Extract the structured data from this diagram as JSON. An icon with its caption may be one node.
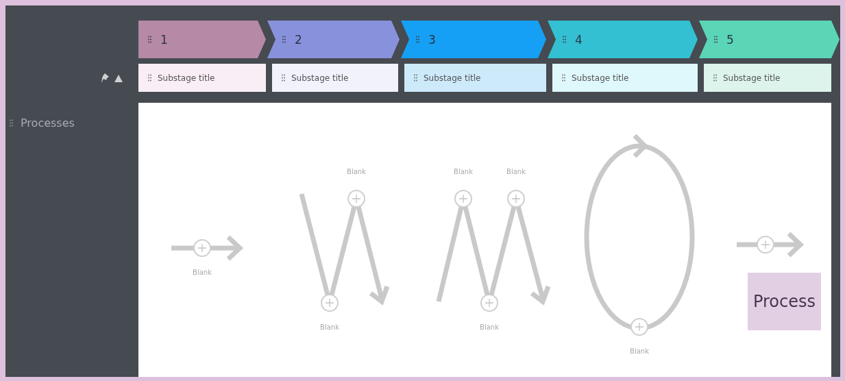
{
  "diagram": {
    "nodes": [
      {
        "text": [
          "1"
        ]
      },
      {
        "text": [
          "2"
        ]
      },
      {
        "text": [
          "3"
        ]
      },
      {
        "text": [
          "4"
        ]
      },
      {
        "text": [
          "5"
        ]
      },
      {
        "text": [
          "Substage title"
        ]
      },
      {
        "text": [
          "Substage title"
        ]
      },
      {
        "text": [
          "Substage title"
        ]
      },
      {
        "text": [
          "Substage title"
        ]
      },
      {
        "text": [
          "Substage title"
        ]
      },
      {
        "text": [],
        "shape": "circle",
        "beside": [
          "Blank"
        ]
      },
      {
        "text": [],
        "shape": "circle",
        "beside": [
          "Blank"
        ]
      },
      {
        "text": [],
        "shape": "circle",
        "beside": [
          "Blank"
        ]
      },
      {
        "text": [],
        "shape": "circle",
        "beside": [
          "Blank"
        ]
      },
      {
        "text": [],
        "shape": "circle",
        "beside": [
          "Blank"
        ]
      },
      {
        "text": [],
        "shape": "circle",
        "beside": [
          "Blank"
        ]
      },
      {
        "text": [],
        "shape": "circle",
        "beside": [
          "Blank"
        ]
      },
      {
        "text": [],
        "shape": "circle"
      },
      {
        "text": [
          "Process"
        ]
      }
    ],
    "labels": [
      "Processes"
    ]
  }
}
